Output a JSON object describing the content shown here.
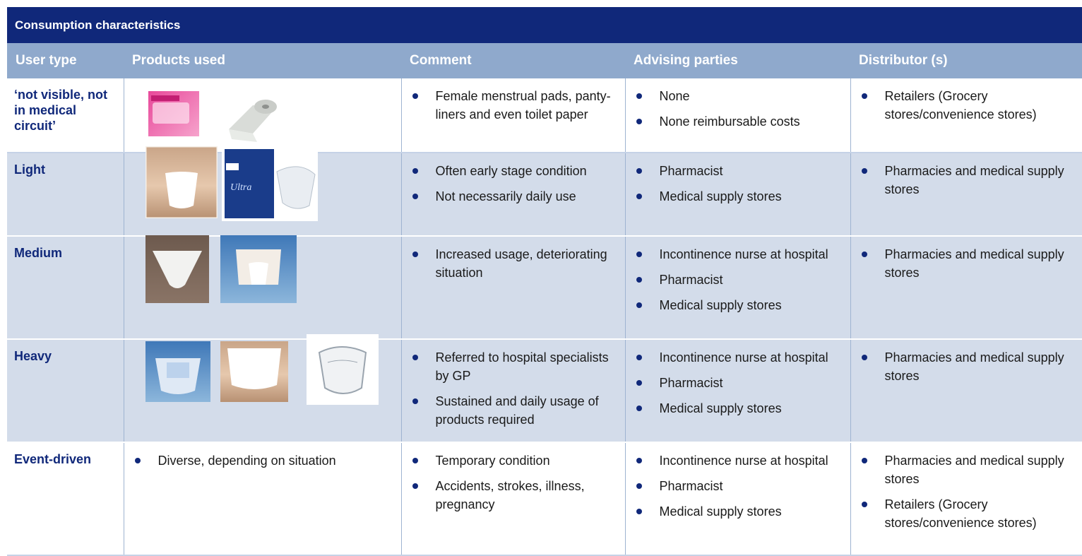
{
  "title": "Consumption characteristics",
  "headers": [
    "User type",
    "Products used",
    "Comment",
    "Advising parties",
    "Distributor (s)"
  ],
  "rows": [
    {
      "user_type": "‘not visible, not in medical circuit’",
      "products": [],
      "product_images": [
        "carefree-pads-image",
        "toilet-paper-image"
      ],
      "comment": [
        "Female menstrual pads, panty-liners and even toilet paper"
      ],
      "advising": [
        "None",
        "None reimbursable costs"
      ],
      "distributor": [
        "Retailers (Grocery stores/convenience stores)"
      ]
    },
    {
      "user_type": "Light",
      "products": [],
      "product_images": [
        "mesh-pants-image",
        "tena-ultra-pack-image"
      ],
      "comment": [
        "Often early stage condition",
        "Not necessarily daily use"
      ],
      "advising": [
        "Pharmacist",
        "Medical supply stores"
      ],
      "distributor": [
        "Pharmacies and medical supply stores"
      ]
    },
    {
      "user_type": "Medium",
      "products": [],
      "product_images": [
        "male-guard-image",
        "fixation-pants-image"
      ],
      "comment": [
        "Increased usage, deteriorating situation"
      ],
      "advising": [
        "Incontinence nurse at hospital",
        "Pharmacist",
        "Medical supply stores"
      ],
      "distributor": [
        "Pharmacies and medical supply stores"
      ]
    },
    {
      "user_type": "Heavy",
      "products": [],
      "product_images": [
        "adult-brief-image",
        "pull-up-pants-image",
        "all-in-one-brief-image"
      ],
      "comment": [
        "Referred to hospital specialists by GP",
        "Sustained and daily usage of products required"
      ],
      "advising": [
        "Incontinence nurse at hospital",
        "Pharmacist",
        "Medical supply stores"
      ],
      "distributor": [
        "Pharmacies and medical supply stores"
      ]
    },
    {
      "user_type": "Event-driven",
      "products": [
        "Diverse, depending on situation"
      ],
      "product_images": [],
      "comment": [
        "Temporary condition",
        "Accidents, strokes, illness, pregnancy"
      ],
      "advising": [
        "Incontinence nurse at hospital",
        "Pharmacist",
        "Medical supply stores"
      ],
      "distributor": [
        "Pharmacies and medical supply stores",
        "Retailers (Grocery stores/convenience stores)"
      ]
    }
  ],
  "colors": {
    "title_bg": "#10287a",
    "header_bg": "#8fa9cc",
    "band_bg": "#d3dcea",
    "accent": "#10287a"
  }
}
